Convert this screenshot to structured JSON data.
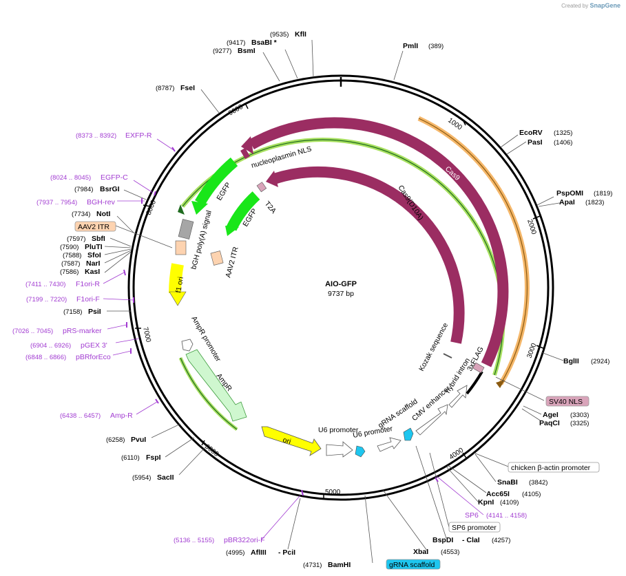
{
  "watermark": {
    "prefix": "Created by",
    "brand": "SnapGene"
  },
  "plasmid": {
    "name": "AIO-GFP",
    "length": "9737 bp"
  },
  "ticks": [
    "1000",
    "2000",
    "3000",
    "4000",
    "5000",
    "6000",
    "7000",
    "8000",
    "9000"
  ],
  "sites": [
    {
      "name": "PmlI",
      "pos": "(389)"
    },
    {
      "name": "KflI",
      "pos": "(9535)"
    },
    {
      "name": "BsaBI  *",
      "pos": "(9417)"
    },
    {
      "name": "BsmI",
      "pos": "(9277)"
    },
    {
      "name": "FseI",
      "pos": "(8787)"
    },
    {
      "name": "EcoRV",
      "pos": "(1325)"
    },
    {
      "name": "PasI",
      "pos": "(1406)"
    },
    {
      "name": "PspOMI",
      "pos": "(1819)"
    },
    {
      "name": "ApaI",
      "pos": "(1823)"
    },
    {
      "name": "BglII",
      "pos": "(2924)"
    },
    {
      "name": "AgeI",
      "pos": "(3303)"
    },
    {
      "name": "PaqCI",
      "pos": "(3325)"
    },
    {
      "name": "SnaBI",
      "pos": "(3842)"
    },
    {
      "name": "Acc65I",
      "pos": "(4105)"
    },
    {
      "name": "KpnI",
      "pos": "(4109)"
    },
    {
      "name": "BspDI",
      "pos": "(4257)"
    },
    {
      "name": "XbaI",
      "pos": "(4553)"
    },
    {
      "name": "BamHI",
      "pos": "(4731)"
    },
    {
      "name": "AflIII",
      "pos": "(4995)"
    },
    {
      "name": "SacII",
      "pos": "(5954)"
    },
    {
      "name": "FspI",
      "pos": "(6110)"
    },
    {
      "name": "PvuI",
      "pos": "(6258)"
    },
    {
      "name": "PsiI",
      "pos": "(7158)"
    },
    {
      "name": "KasI",
      "pos": "(7586)"
    },
    {
      "name": "NarI",
      "pos": "(7587)"
    },
    {
      "name": "SfoI",
      "pos": "(7588)"
    },
    {
      "name": "PluTI",
      "pos": "(7590)"
    },
    {
      "name": "SbfI",
      "pos": "(7597)"
    },
    {
      "name": "NotI",
      "pos": "(7734)"
    },
    {
      "name": "BsrGI",
      "pos": "(7984)"
    }
  ],
  "site_suffix": {
    "bspdi": "-  ClaI",
    "afliii": "-  PciI"
  },
  "primers": [
    {
      "name": "EXFP-R",
      "pos": "(8373 .. 8392)"
    },
    {
      "name": "EGFP-C",
      "pos": "(8024 .. 8045)"
    },
    {
      "name": "BGH-rev",
      "pos": "(7937 .. 7954)"
    },
    {
      "name": "F1ori-R",
      "pos": "(7411 .. 7430)"
    },
    {
      "name": "F1ori-F",
      "pos": "(7199 .. 7220)"
    },
    {
      "name": "pRS-marker",
      "pos": "(7026 .. 7045)"
    },
    {
      "name": "pGEX 3'",
      "pos": "(6904 .. 6926)"
    },
    {
      "name": "pBRforEco",
      "pos": "(6848 .. 6866)"
    },
    {
      "name": "Amp-R",
      "pos": "(6438 .. 6457)"
    },
    {
      "name": "pBR322ori-F",
      "pos": "(5136 .. 5155)"
    },
    {
      "name": "SP6",
      "pos": "(4141 .. 4158)"
    }
  ],
  "boxed_features": [
    "AAV2 ITR",
    "SV40 NLS",
    "chicken β-actin promoter",
    "SP6 promoter",
    "gRNA scaffold"
  ],
  "features": [
    "nucleoplasmin NLS",
    "Cas9",
    "Cas9(D10A)",
    "T2A",
    "EGFP",
    "EGFP",
    "bGH poly(A) signal",
    "AAV2 ITR",
    "f1 ori",
    "AmpR promoter",
    "AmpR",
    "ori",
    "U6 promoter",
    "U6 promoter",
    "gRNA scaffold",
    "CMV enhancer",
    "hybrid intron",
    "3xFLAG",
    "Kozak sequence"
  ],
  "colors": {
    "cas9": "#9b2d62",
    "egfp": "#19e619",
    "ori": "#ffff00",
    "ampr": "#cff7cf",
    "ampr_stroke": "#3c9c3c",
    "u6": "#1ec6ef",
    "aav_itr": "#fdd3b0",
    "sv40": "#d9a4ba",
    "orange_arc": "#f5b76a",
    "green_arc": "#a8e060",
    "primer": "#a13bd1"
  }
}
